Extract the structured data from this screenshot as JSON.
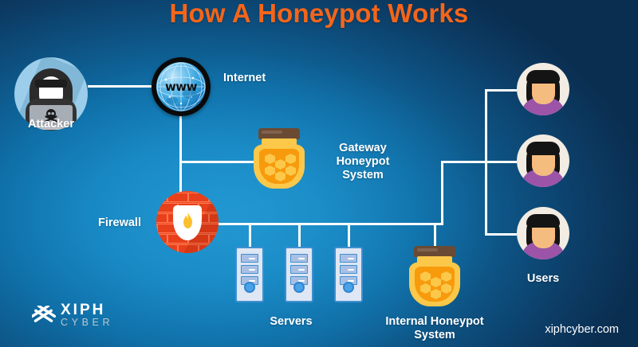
{
  "title": "How A Honeypot Works",
  "theme": {
    "title_color": "#f4651a",
    "background_center": "#1584c0",
    "background_edge": "#0c3248",
    "line_color": "#ffffff",
    "label_color": "#ffffff",
    "honeypot_lid": "#6b4a33",
    "honeypot_jar": "#fbc84a",
    "honeypot_honey": "#f79a0c",
    "firewall_brick": "#ef4a23",
    "user_shirt": "#9b54a8",
    "server_case": "#dfe6f4"
  },
  "nodes": {
    "attacker": {
      "label": "Attacker",
      "icon": "hacker-icon"
    },
    "internet": {
      "label": "Internet",
      "icon": "globe-icon",
      "globe_text": "www"
    },
    "gateway_honeypot": {
      "label_line1": "Gateway",
      "label_line2": "Honeypot",
      "label_line3": "System",
      "icon": "honeypot-jar-icon"
    },
    "firewall": {
      "label": "Firewall",
      "icon": "firewall-shield-icon"
    },
    "servers": {
      "label": "Servers",
      "icon": "server-tower-icon",
      "count": 3
    },
    "internal_honeypot": {
      "label_line1": "Internal Honeypot",
      "label_line2": "System",
      "icon": "honeypot-jar-icon"
    },
    "users": {
      "label": "Users",
      "icon": "user-avatar-icon",
      "count": 3
    }
  },
  "branding": {
    "logo_primary": "XIPH",
    "logo_secondary": "CYBER",
    "logo_mark": "xiph-x-mark-icon",
    "website": "xiphcyber.com"
  }
}
